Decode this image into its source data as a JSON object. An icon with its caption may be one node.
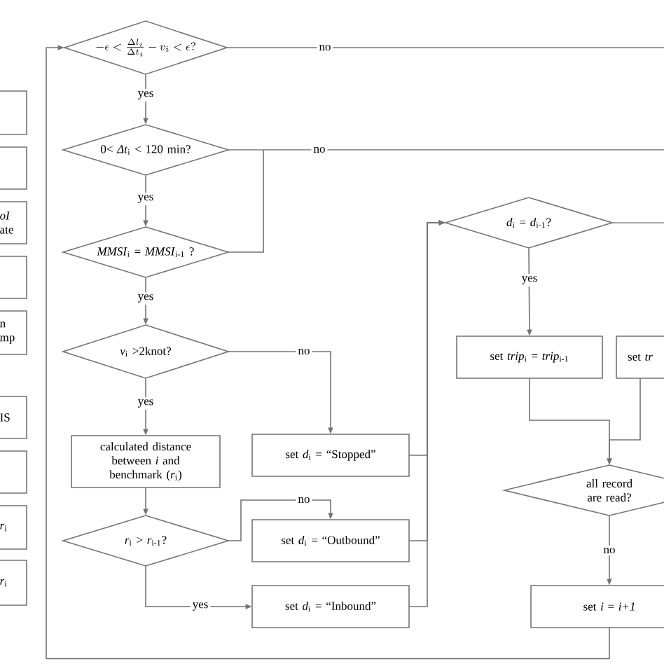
{
  "diagram": {
    "nodes": [
      {
        "text": [],
        "shape": "box"
      },
      {
        "text": [],
        "shape": "box"
      },
      {
        "text": [
          "*oI* ate"
        ]
      },
      {
        "text": [],
        "shape": "box"
      },
      {
        "text": [
          "n mp"
        ]
      },
      {
        "text": [
          "IS"
        ]
      },
      {
        "text": [],
        "shape": "box"
      },
      {
        "text": [
          "*r*$_{i}$"
        ]
      },
      {
        "text": [
          "*r*$_{i}$"
        ]
      },
      {
        "text": [
          "-\\epsilon < \\frac{\\Delta l_i}{\\Delta t_i} - v_i < \\epsilon ?"
        ]
      },
      {
        "text": [
          "0< *Δt*$_{i}$ < 120 min?"
        ]
      },
      {
        "text": [
          "*MMSI*$_{i}$ = *MMSI*$_{i-1}$ ?"
        ]
      },
      {
        "text": [
          "*v*$_{i}$ >2knot?"
        ]
      },
      {
        "text": [
          "calculated distance between *i* and benchmark (*r*$_{i}$)"
        ]
      },
      {
        "text": [
          "*r*$_{i}$ > *r*$_{i-1}$?"
        ]
      },
      {
        "text": [
          "set *d*$_{i}$ = “Stopped”"
        ]
      },
      {
        "text": [
          "set *d*$_{i}$ = “Outbound”"
        ]
      },
      {
        "text": [
          "set *d*$_{i}$ = “Inbound”"
        ]
      },
      {
        "text": [
          "*d*$_{i}$ = *d*$_{i-1}$?"
        ]
      },
      {
        "text": [
          "set *trip*$_{i}$ = *trip*$_{i-1}$"
        ]
      },
      {
        "text": [
          "set *tr*"
        ]
      },
      {
        "text": [
          "all record are read?"
        ]
      },
      {
        "text": [
          "set *i* = *i+1*"
        ]
      }
    ],
    "edges": [
      {
        "from": 9,
        "to": 10,
        "arrow": "to",
        "label": "yes"
      },
      {
        "from": 10,
        "to": 11,
        "arrow": "to",
        "label": "yes"
      },
      {
        "from": 11,
        "to": 12,
        "arrow": "to",
        "label": "yes"
      },
      {
        "from": 12,
        "to": 13,
        "arrow": "to",
        "label": "yes"
      },
      {
        "from": 13,
        "to": 14,
        "arrow": "to"
      },
      {
        "from": 14,
        "to": 17,
        "arrow": "to",
        "label": "yes"
      },
      {
        "from": 14,
        "to": 16,
        "arrow": "to",
        "label": "no"
      },
      {
        "from": 12,
        "to": 15,
        "arrow": "to",
        "label": "no"
      },
      {
        "from": 9,
        "to": null,
        "arrow": "none",
        "label": "no"
      },
      {
        "from": 10,
        "to": null,
        "arrow": "none",
        "label": "no"
      },
      {
        "from": 11,
        "to": null,
        "arrow": "none"
      },
      {
        "from": 15,
        "to": 18,
        "arrow": "to"
      },
      {
        "from": 16,
        "to": 18,
        "arrow": "to"
      },
      {
        "from": 17,
        "to": 18,
        "arrow": "to"
      },
      {
        "from": 18,
        "to": 19,
        "arrow": "to",
        "label": "yes"
      },
      {
        "from": 18,
        "to": null,
        "arrow": "none"
      },
      {
        "from": 19,
        "to": 21,
        "arrow": "to"
      },
      {
        "from": 20,
        "to": 21,
        "arrow": "to"
      },
      {
        "from": 21,
        "to": 22,
        "arrow": "to",
        "label": "no"
      },
      {
        "from": 22,
        "to": 9,
        "arrow": "to"
      }
    ]
  }
}
